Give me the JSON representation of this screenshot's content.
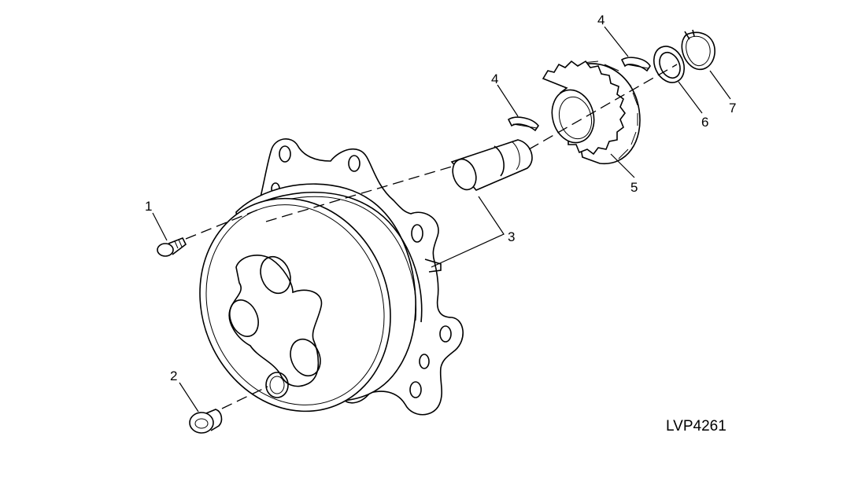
{
  "diagram": {
    "figure_code": "LVP4261",
    "callouts": {
      "c1": "1",
      "c2": "2",
      "c3": "3",
      "c4a": "4",
      "c4b": "4",
      "c5": "5",
      "c6": "6",
      "c7": "7"
    }
  }
}
